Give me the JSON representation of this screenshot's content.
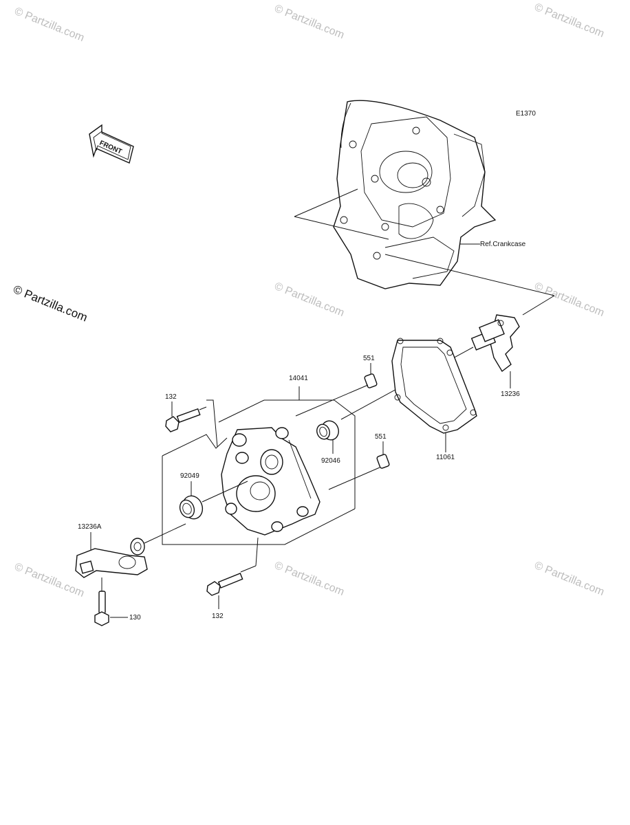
{
  "diagram_code": "E1370",
  "front_label": "FRONT",
  "ref_label": "Ref.Crankcase",
  "watermark": {
    "small": "© Partzilla.com",
    "large": "© Partzilla.com"
  },
  "parts": {
    "p14041": "14041",
    "p551_top": "551",
    "p551_bottom": "551",
    "p132_top": "132",
    "p132_bottom": "132",
    "p92046": "92046",
    "p92049": "92049",
    "p11061": "11061",
    "p13236": "13236",
    "p13236A": "13236A",
    "p130": "130"
  }
}
